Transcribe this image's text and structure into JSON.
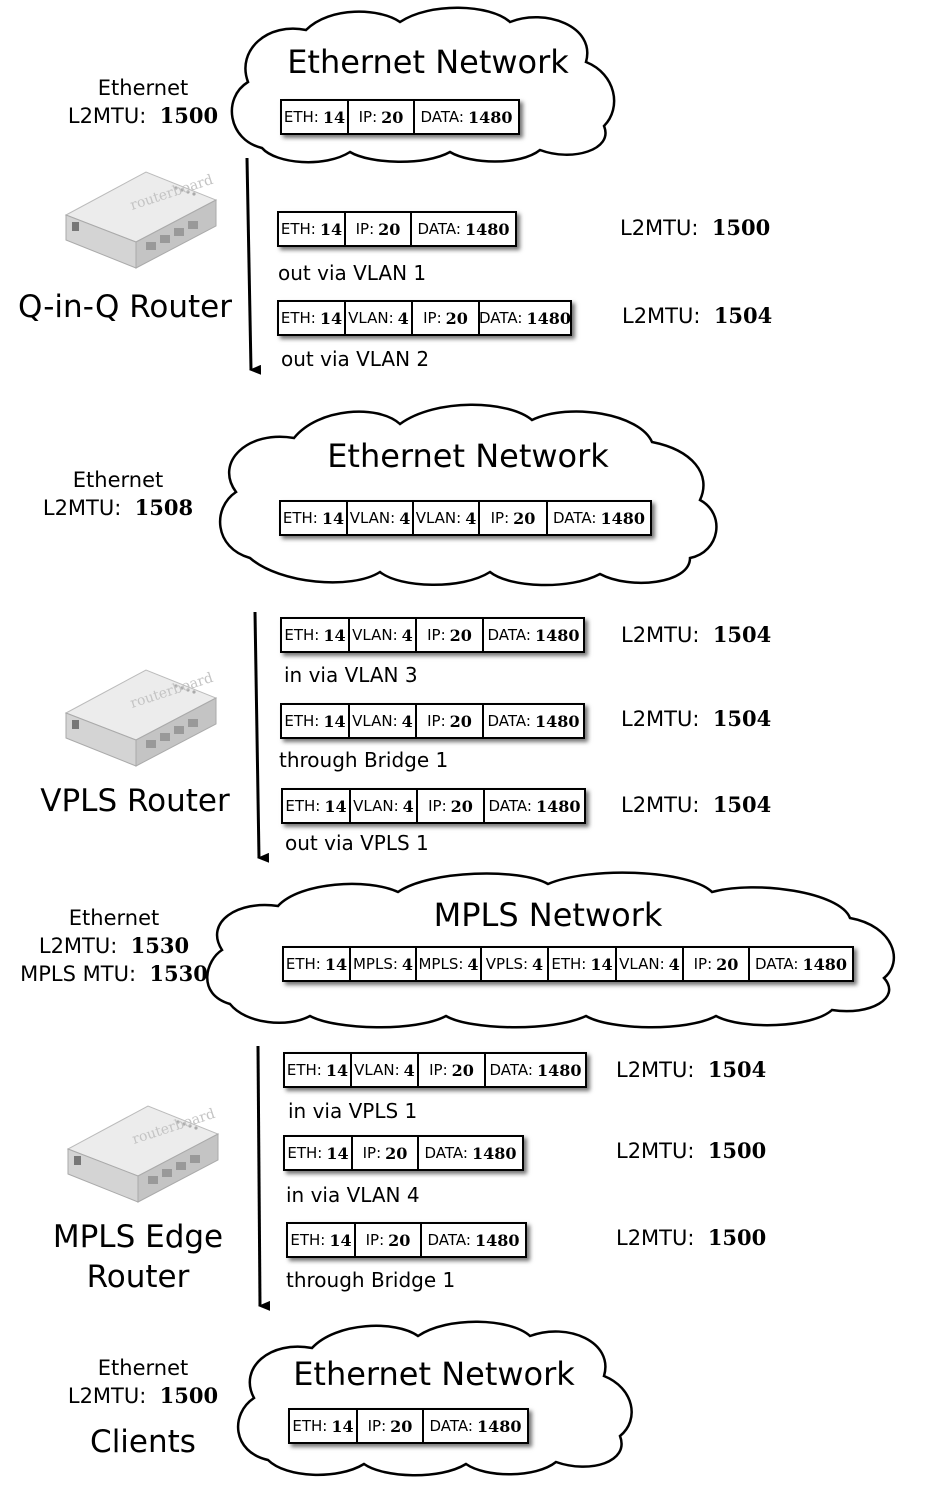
{
  "networks": [
    {
      "label": "Ethernet Network"
    },
    {
      "label": "Ethernet Network"
    },
    {
      "label": "MPLS Network"
    },
    {
      "label": "Ethernet Network"
    }
  ],
  "side_labels": {
    "net1": {
      "line1": "Ethernet",
      "mtu_key": "L2MTU:",
      "mtu_val": "1500"
    },
    "net2": {
      "line1": "Ethernet",
      "mtu_key": "L2MTU:",
      "mtu_val": "1508"
    },
    "net3": {
      "line1": "Ethernet",
      "mtu_key": "L2MTU:",
      "mtu_val": "1530",
      "mpls_key": "MPLS MTU:",
      "mpls_val": "1530"
    },
    "net4": {
      "line1": "Ethernet",
      "mtu_key": "L2MTU:",
      "mtu_val": "1500",
      "extra": "Clients"
    }
  },
  "routers": [
    {
      "name": "Q-in-Q Router",
      "logo": "routerboard"
    },
    {
      "name": "VPLS Router",
      "logo": "routerboard"
    },
    {
      "name_line1": "MPLS Edge",
      "name_line2": "Router",
      "logo": "routerboard"
    }
  ],
  "steps": {
    "qinq": [
      "out via VLAN 1",
      "out via VLAN 2"
    ],
    "vpls": [
      "in via VLAN 3",
      "through Bridge 1",
      "out via VPLS 1"
    ],
    "edge": [
      "in via VPLS 1",
      "in via VLAN 4",
      "through Bridge 1"
    ]
  },
  "mtu_labels": {
    "key": "L2MTU:",
    "values": [
      "1500",
      "1504",
      "1504",
      "1504",
      "1504",
      "1504",
      "1500",
      "1500"
    ]
  },
  "packets": [
    [
      [
        "ETH:",
        "14"
      ],
      [
        "IP:",
        "20"
      ],
      [
        "DATA:",
        "1480"
      ]
    ],
    [
      [
        "ETH:",
        "14"
      ],
      [
        "IP:",
        "20"
      ],
      [
        "DATA:",
        "1480"
      ]
    ],
    [
      [
        "ETH:",
        "14"
      ],
      [
        "VLAN:",
        "4"
      ],
      [
        "IP:",
        "20"
      ],
      [
        "DATA:",
        "1480"
      ]
    ],
    [
      [
        "ETH:",
        "14"
      ],
      [
        "VLAN:",
        "4"
      ],
      [
        "VLAN:",
        "4"
      ],
      [
        "IP:",
        "20"
      ],
      [
        "DATA:",
        "1480"
      ]
    ],
    [
      [
        "ETH:",
        "14"
      ],
      [
        "VLAN:",
        "4"
      ],
      [
        "IP:",
        "20"
      ],
      [
        "DATA:",
        "1480"
      ]
    ],
    [
      [
        "ETH:",
        "14"
      ],
      [
        "VLAN:",
        "4"
      ],
      [
        "IP:",
        "20"
      ],
      [
        "DATA:",
        "1480"
      ]
    ],
    [
      [
        "ETH:",
        "14"
      ],
      [
        "VLAN:",
        "4"
      ],
      [
        "IP:",
        "20"
      ],
      [
        "DATA:",
        "1480"
      ]
    ],
    [
      [
        "ETH:",
        "14"
      ],
      [
        "MPLS:",
        "4"
      ],
      [
        "MPLS:",
        "4"
      ],
      [
        "VPLS:",
        "4"
      ],
      [
        "ETH:",
        "14"
      ],
      [
        "VLAN:",
        "4"
      ],
      [
        "IP:",
        "20"
      ],
      [
        "DATA:",
        "1480"
      ]
    ],
    [
      [
        "ETH:",
        "14"
      ],
      [
        "VLAN:",
        "4"
      ],
      [
        "IP:",
        "20"
      ],
      [
        "DATA:",
        "1480"
      ]
    ],
    [
      [
        "ETH:",
        "14"
      ],
      [
        "IP:",
        "20"
      ],
      [
        "DATA:",
        "1480"
      ]
    ],
    [
      [
        "ETH:",
        "14"
      ],
      [
        "IP:",
        "20"
      ],
      [
        "DATA:",
        "1480"
      ]
    ],
    [
      [
        "ETH:",
        "14"
      ],
      [
        "IP:",
        "20"
      ],
      [
        "DATA:",
        "1480"
      ]
    ]
  ]
}
